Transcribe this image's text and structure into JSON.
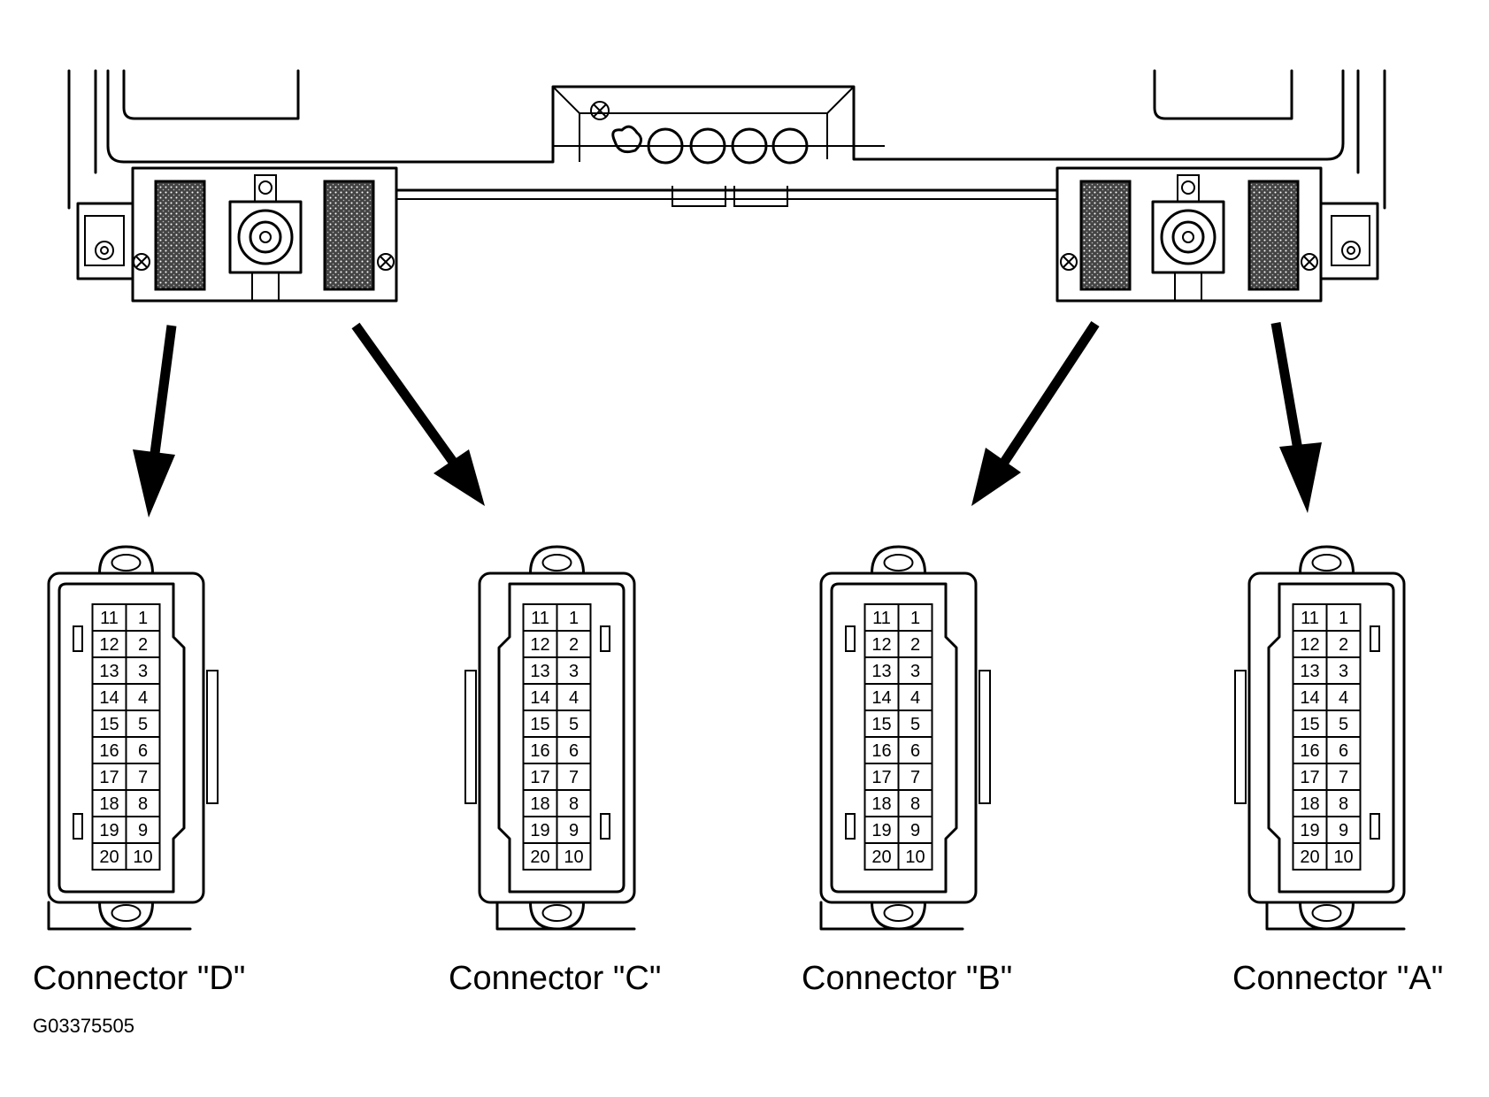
{
  "colors": {
    "line": "#000000",
    "background": "#ffffff",
    "terminal_fill": "#2a2a2a"
  },
  "connectors": [
    {
      "id": "D",
      "label": "Connector \"D\""
    },
    {
      "id": "C",
      "label": "Connector \"C\""
    },
    {
      "id": "B",
      "label": "Connector \"B\""
    },
    {
      "id": "A",
      "label": "Connector \"A\""
    }
  ],
  "pins": {
    "left": [
      "11",
      "12",
      "13",
      "14",
      "15",
      "16",
      "17",
      "18",
      "19",
      "20"
    ],
    "right": [
      "1",
      "2",
      "3",
      "4",
      "5",
      "6",
      "7",
      "8",
      "9",
      "10"
    ]
  },
  "figure_code": "G03375505"
}
